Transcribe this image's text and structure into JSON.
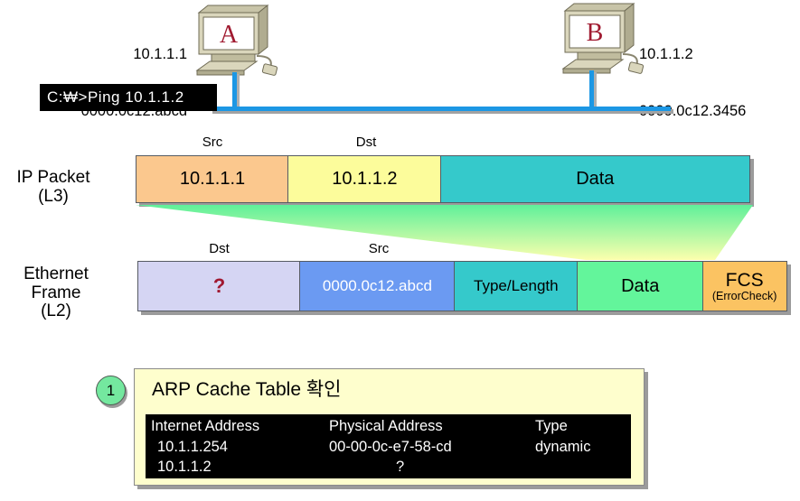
{
  "topology": {
    "computer_a": {
      "letter": "A",
      "ip": "10.1.1.1",
      "mac": "0000.0c12.abcd"
    },
    "computer_b": {
      "letter": "B",
      "ip": "10.1.1.2",
      "mac": "0000.0c12.3456"
    },
    "terminal_command": "C:₩>Ping 10.1.1.2",
    "cable_color": "#1c97e4"
  },
  "ip_packet": {
    "label": "IP Packet",
    "sublabel": "(L3)",
    "src_field_label": "Src",
    "dst_field_label": "Dst",
    "cells": [
      {
        "name": "src",
        "text": "10.1.1.1",
        "color": "#fbc88e"
      },
      {
        "name": "dst",
        "text": "10.1.1.2",
        "color": "#fcfc9b"
      },
      {
        "name": "data",
        "text": "Data",
        "color": "#35c9cb"
      }
    ]
  },
  "ethernet_frame": {
    "label": "Ethernet",
    "label2": "Frame",
    "sublabel": "(L2)",
    "dst_field_label": "Dst",
    "src_field_label": "Src",
    "cells": [
      {
        "name": "dst",
        "text": "?",
        "color": "#d5d5f3"
      },
      {
        "name": "src",
        "text": "0000.0c12.abcd",
        "color": "#6b9af2"
      },
      {
        "name": "type_length",
        "text": "Type/Length",
        "color": "#35c9cb"
      },
      {
        "name": "data",
        "text": "Data",
        "color": "#63f59b"
      },
      {
        "name": "fcs",
        "text": "FCS",
        "sub": "(ErrorCheck)",
        "color": "#fbc362"
      }
    ]
  },
  "connector": {
    "color_top": "#5ff09a",
    "color_bottom": "#fcffad"
  },
  "arp_step": {
    "number": "1",
    "title": "ARP Cache Table 확인",
    "table": {
      "headers": [
        "Internet Address",
        "Physical Address",
        "Type"
      ],
      "rows": [
        {
          "internet": "10.1.1.254",
          "physical": "00-00-0c-e7-58-cd",
          "type": "dynamic"
        },
        {
          "internet": "10.1.1.2",
          "physical": "?",
          "type": ""
        }
      ]
    }
  }
}
